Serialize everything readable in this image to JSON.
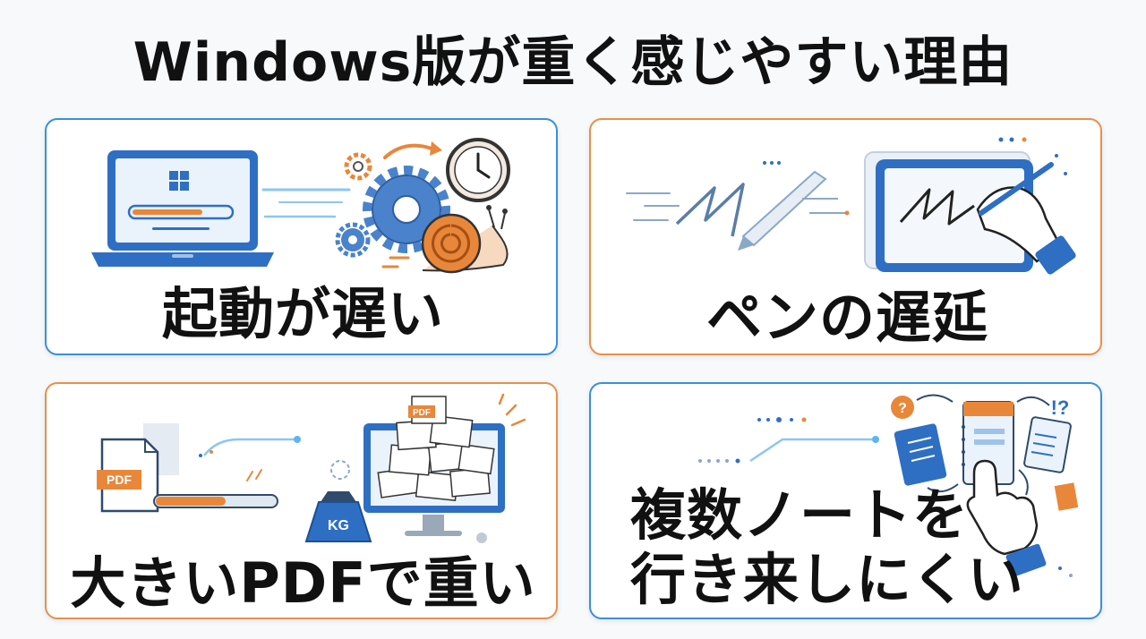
{
  "title": "Windows版が重く感じやすい理由",
  "colors": {
    "blue": "#2e6fc4",
    "orange": "#e8873a",
    "ink": "#111111"
  },
  "cards": [
    {
      "label": "起動が遅い",
      "accent": "blue",
      "icons": [
        "laptop-icon",
        "windows-logo-icon",
        "progress-bar-icon",
        "gear-icon",
        "clock-icon",
        "snail-icon"
      ]
    },
    {
      "label": "ペンの遅延",
      "accent": "orange",
      "icons": [
        "stylus-icon",
        "tablet-icon",
        "hand-icon"
      ]
    },
    {
      "label": "大きいPDFで重い",
      "accent": "orange",
      "icons": [
        "pdf-file-icon",
        "progress-bar-icon",
        "weight-icon",
        "monitor-icon",
        "paper-stack-icon"
      ],
      "pdf_label": "PDF",
      "weight_label": "KG",
      "pdf_tag": "PDF"
    },
    {
      "label_line1": "複数ノートを",
      "label_line2": "行き来しにくい",
      "accent": "blue",
      "icons": [
        "notebook-icon",
        "pointing-hand-icon",
        "question-icon"
      ],
      "question_mark": "?",
      "exclaim_mark": "!?"
    }
  ]
}
